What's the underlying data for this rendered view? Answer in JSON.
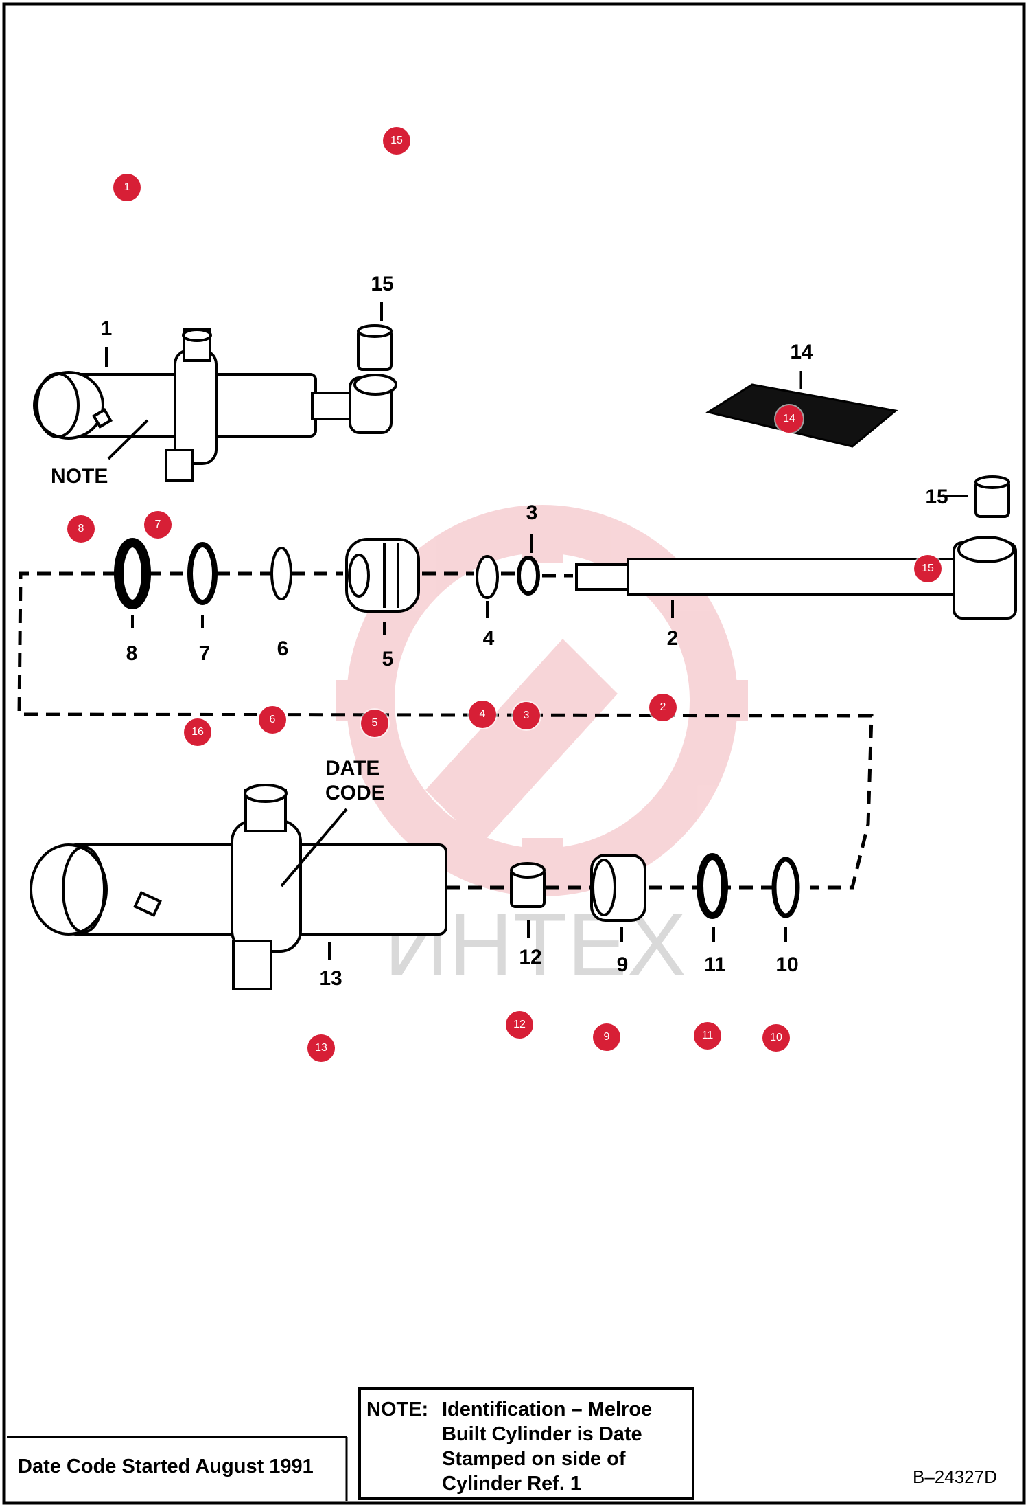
{
  "drawing_id": "B–24327D",
  "footer_text": "Date Code Started August 1991",
  "note": {
    "prefix": "NOTE:",
    "lines": [
      "Identification – Melroe",
      "Built Cylinder is Date",
      "Stamped on side of",
      "Cylinder Ref. 1"
    ]
  },
  "callouts": {
    "note": "NOTE",
    "date_code_1": "DATE",
    "date_code_2": "CODE"
  },
  "part_numbers": [
    "1",
    "15",
    "14",
    "15",
    "3",
    "2",
    "4",
    "5",
    "6",
    "7",
    "8",
    "13",
    "12",
    "9",
    "11",
    "10"
  ],
  "hotspots": [
    "15",
    "1",
    "14",
    "8",
    "7",
    "15",
    "2",
    "16",
    "6",
    "5",
    "4",
    "3",
    "13",
    "12",
    "9",
    "11",
    "10"
  ],
  "watermark": "ИНТЕХ",
  "colors": {
    "hotspot": "#d71f36",
    "watermark": "#f3c9cc",
    "ink": "#000000"
  }
}
